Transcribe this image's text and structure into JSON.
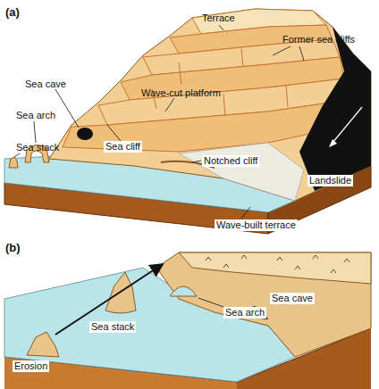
{
  "diagram": {
    "labels": [
      "(a)",
      "Terrace",
      "Former sea cliffs",
      "Sea cave",
      "Wave-cut platform",
      "Sea arch",
      "Sea stack",
      "Sea cliff",
      "Notched cliff",
      "Landslide",
      "Wave-built terrace",
      "(b)",
      "Sea cave",
      "Sea arch",
      "Erosion",
      "Sea stack"
    ]
  }
}
